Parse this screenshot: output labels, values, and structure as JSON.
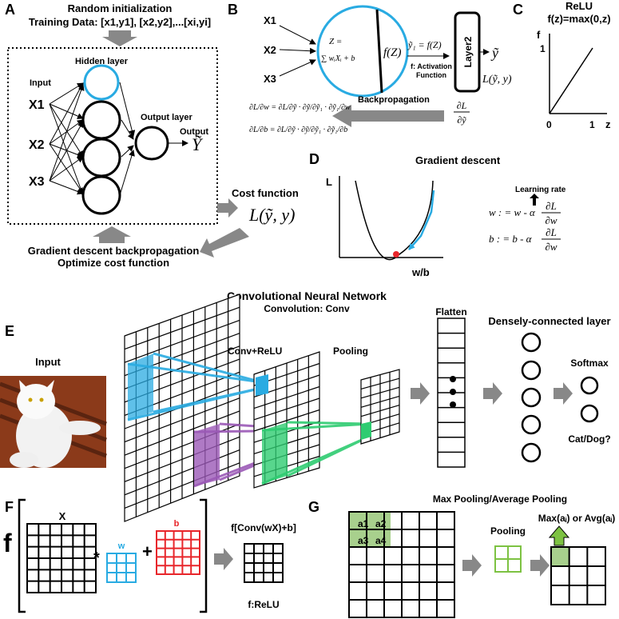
{
  "panelA": {
    "letter": "A",
    "title1": "Random initialization",
    "title2": "Training Data: [x1,y1], [x2,y2],...[xi,yi]",
    "hidden": "Hidden layer",
    "input": "Input",
    "x1": "X1",
    "x2": "X2",
    "x3": "X3",
    "outLayer": "Output layer",
    "output": "Output",
    "yhat": "Ỹ",
    "cost": "Cost function",
    "loss": "L(ỹ, y)",
    "gd1": "Gradient descent backpropagation",
    "gd2": "Optimize cost function"
  },
  "panelB": {
    "letter": "B",
    "x1": "X1",
    "x2": "X2",
    "x3": "X3",
    "z1": "Z =",
    "z2": "∑ wᵢXᵢ + b",
    "fz": "f(Z)",
    "y1": "ỹ₁ = f(Z)",
    "act1": "f: Activation",
    "act2": "Function",
    "layer2": "Layer2",
    "ytilde": "ỹ",
    "loss": "L(ỹ, y)",
    "backprop": "Backpropagation",
    "dL": "∂L",
    "dy": "∂ỹ",
    "eq1": "∂L/∂w = ∂L/∂ỹ · ∂ỹ/∂ỹ₁ · ∂ỹ₁/∂w",
    "eq2": "∂L/∂b = ∂L/∂ỹ · ∂ỹ/∂ỹ₁ · ∂ỹ₁/∂b"
  },
  "panelC": {
    "letter": "C",
    "title": "ReLU",
    "formula": "f(z)=max(0,z)",
    "f": "f",
    "one_y": "1",
    "zero": "0",
    "one_x": "1",
    "z": "z"
  },
  "panelD": {
    "letter": "D",
    "title": "Gradient descent",
    "L": "L",
    "wb": "w/b",
    "lr": "Learning rate",
    "w_eq": "w : = w - α",
    "b_eq": "b : = b - α",
    "dL": "∂L",
    "dw": "∂w"
  },
  "panelE": {
    "letter": "E",
    "title": "Convolutional Neural Network",
    "subtitle": "Convolution: Conv",
    "input": "Input",
    "convrelu": "Conv+ReLU",
    "pooling": "Pooling",
    "flatten": "Flatten",
    "dense": "Densely-connected layer",
    "softmax": "Softmax",
    "catdog": "Cat/Dog?"
  },
  "panelF": {
    "letter": "F",
    "f": "f",
    "X": "X",
    "w": "w",
    "b": "b",
    "star": "*",
    "plus": "+",
    "result": "f[Conv(wX)+b]",
    "relu": "f:ReLU"
  },
  "panelG": {
    "letter": "G",
    "title": "Max Pooling/Average Pooling",
    "a1": "a1",
    "a2": "a2",
    "a3": "a3",
    "a4": "a4",
    "pooling": "Pooling",
    "maxavg": "Max(aᵢ) or Avg(aᵢ)"
  },
  "colors": {
    "cyan": "#29abe2",
    "purple": "#9b59b6",
    "green": "#2ecc71",
    "red": "#e8262b",
    "gray": "#808080",
    "lightgreen": "#a8d08d"
  }
}
